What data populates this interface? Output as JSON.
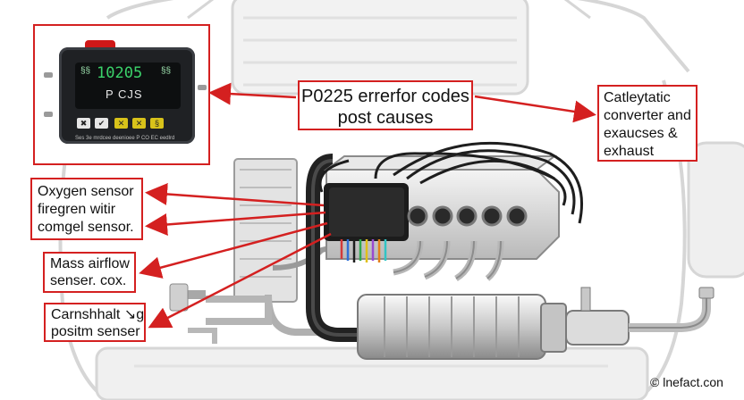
{
  "title": "P0225 errerfor codes post causes",
  "center_label": {
    "line1": "P0225 errerfor codes",
    "line2": "post causes"
  },
  "callouts": {
    "catalytic": {
      "line1": "Catleytatic",
      "line2": "converter and",
      "line3": "exaucses &",
      "line4": "exhaust"
    },
    "oxygen": {
      "line1": "Oxygen sensor",
      "line2": "firegren witir",
      "line3": "comgel sensor."
    },
    "maf": {
      "line1": "Mass airflow",
      "line2": "senser. cox."
    },
    "camshaft": {
      "line1": "Carnshhalt ↘g",
      "line2": "positm senser"
    }
  },
  "scanner": {
    "display_prefix": "§§",
    "display_code": "10205",
    "display_suffix": "§§",
    "display_sub": "P CJS",
    "buttons": [
      "✖",
      "✔",
      "✕",
      "✕",
      "§"
    ],
    "footer_text": "Ses 3e mrdcee deenioee     P CO EC eedlrd"
  },
  "credit": "© lnefact.con",
  "colors": {
    "accent": "#d42020",
    "screen_text": "#3bd26a",
    "scanner_body": "#1f2124",
    "scanner_button_yellow": "#d8c21a"
  }
}
